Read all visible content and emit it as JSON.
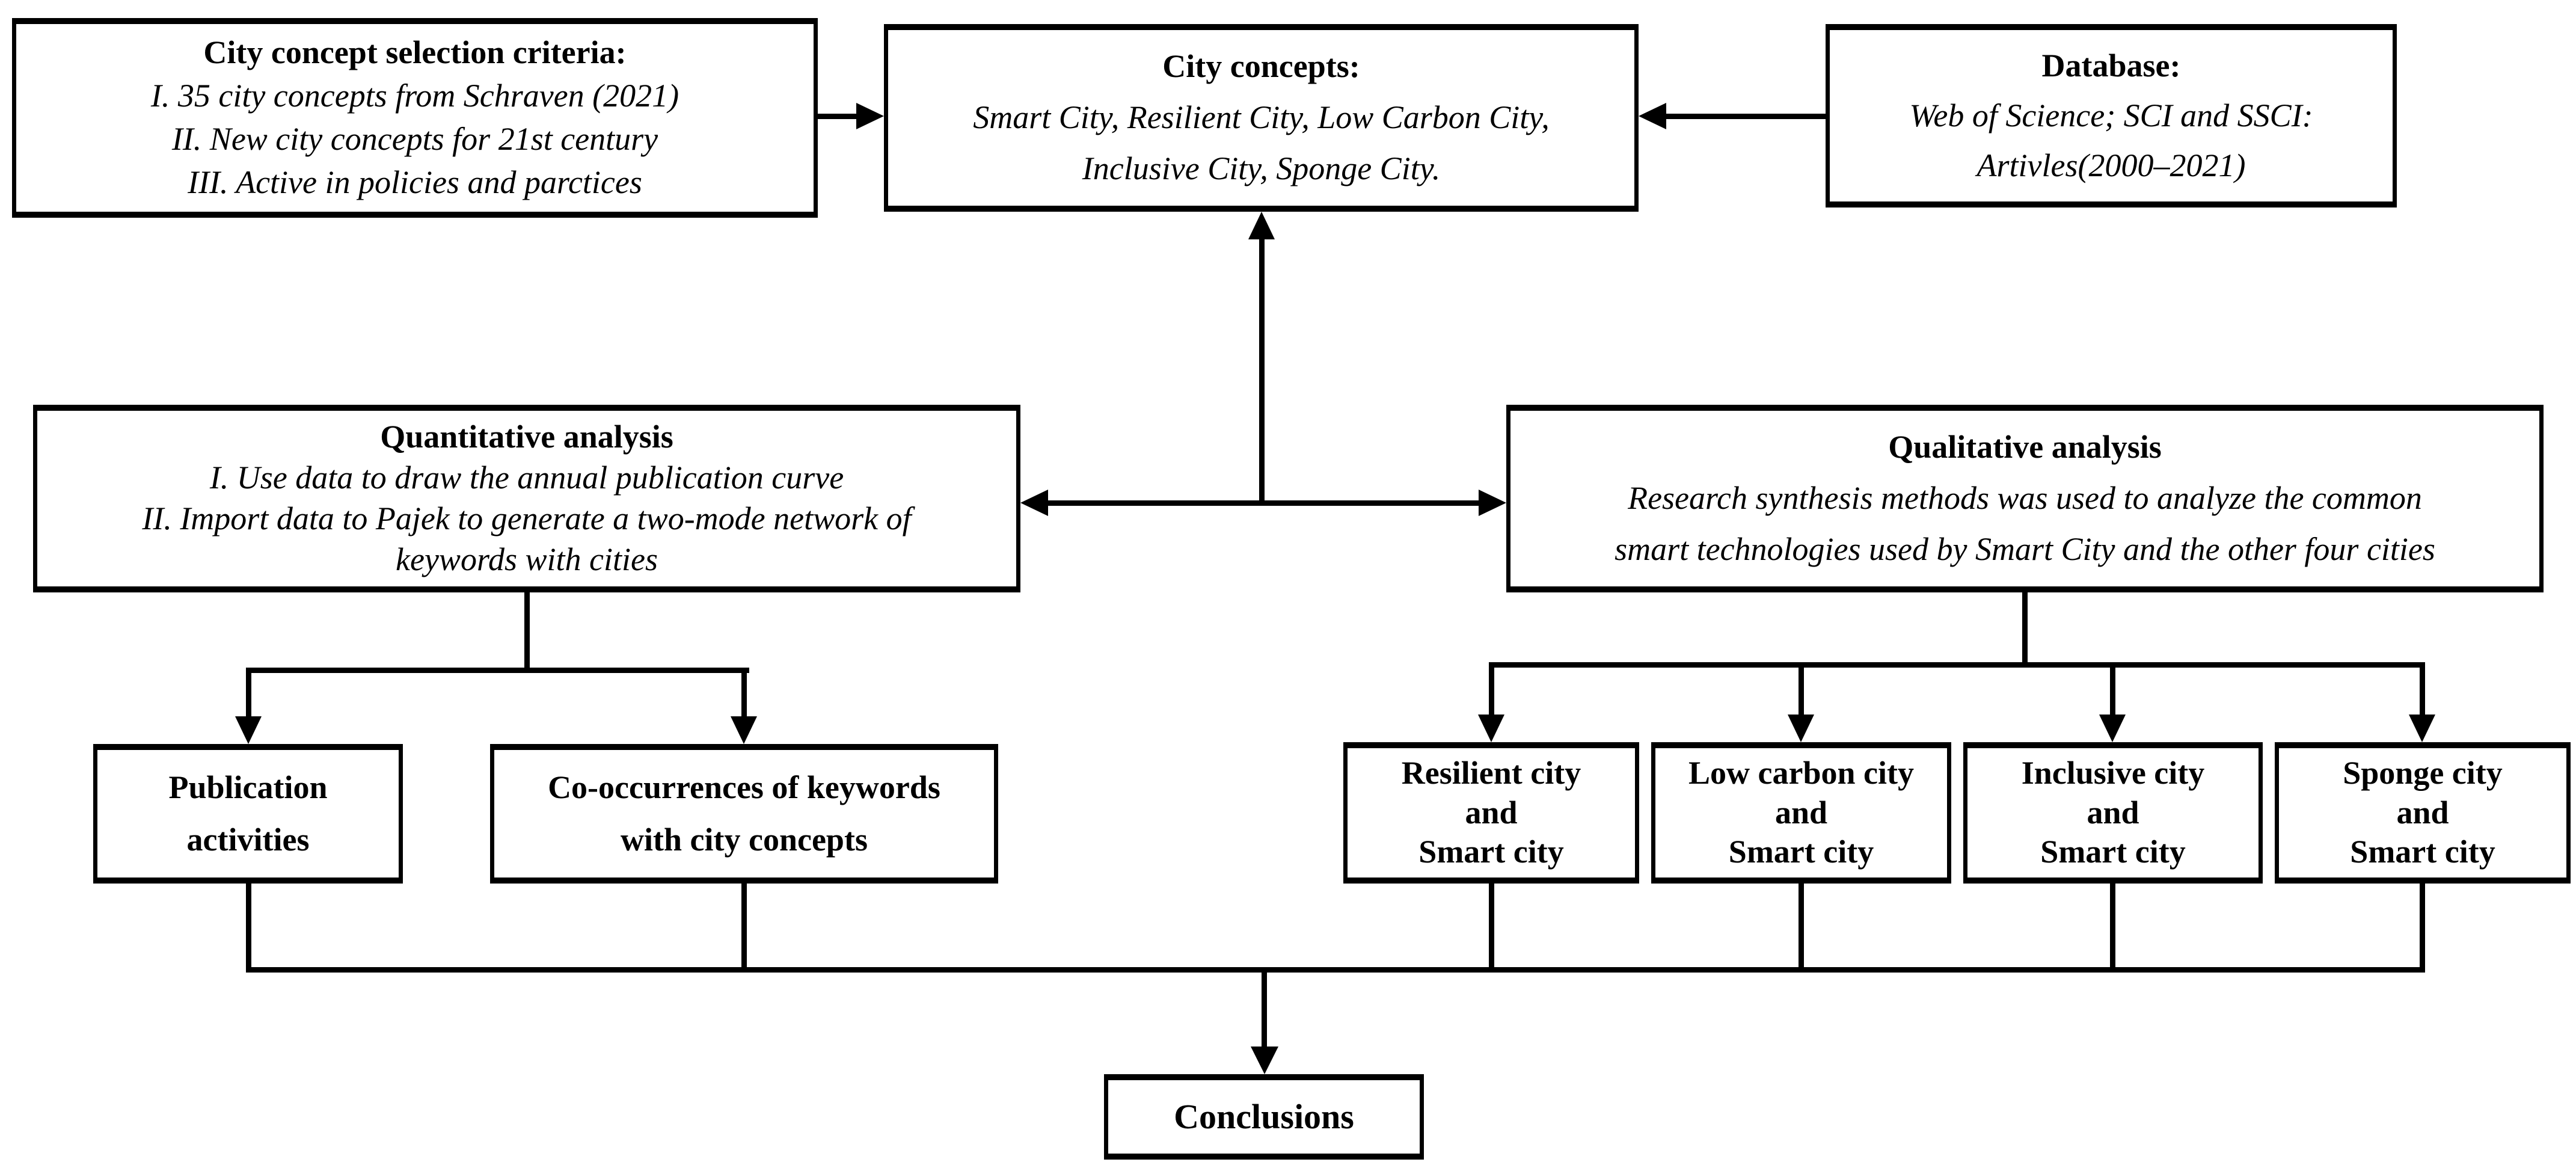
{
  "colors": {
    "background": "#ffffff",
    "line": "#000000",
    "box_border": "#000000",
    "text": "#000000"
  },
  "diagram": {
    "boxes": {
      "criteria": {
        "title": "City concept selection criteria:",
        "lines": [
          "I. 35 city concepts from Schraven (2021)",
          "II. New city concepts for 21st century",
          "III. Active in policies and parctices"
        ]
      },
      "concepts": {
        "title": "City concepts:",
        "lines": [
          "Smart City, Resilient City, Low Carbon City,",
          "Inclusive City, Sponge City."
        ]
      },
      "database": {
        "title": "Database:",
        "lines": [
          "Web of Science; SCI and SSCI:",
          "Artivles(2000–2021)"
        ]
      },
      "quantitative": {
        "title": "Quantitative analysis",
        "lines": [
          "I. Use data to draw the annual publication curve",
          "II. Import data to Pajek to generate a two-mode network of",
          "keywords with cities"
        ]
      },
      "qualitative": {
        "title": "Qualitative analysis",
        "lines": [
          "Research synthesis methods was used to analyze the common",
          "smart technologies used by Smart City and the other four cities"
        ]
      },
      "publication": {
        "lines": [
          "Publication",
          "activities"
        ]
      },
      "cooccurrence": {
        "lines": [
          "Co-occurrences of keywords",
          "with city concepts"
        ]
      },
      "resilient": {
        "lines": [
          "Resilient city",
          "and",
          "Smart city"
        ]
      },
      "lowcarbon": {
        "lines": [
          "Low carbon city",
          "and",
          "Smart city"
        ]
      },
      "inclusive": {
        "lines": [
          "Inclusive city",
          "and",
          "Smart city"
        ]
      },
      "sponge": {
        "lines": [
          "Sponge city",
          "and",
          "Smart city"
        ]
      },
      "conclusions": {
        "title": "Conclusions"
      }
    }
  }
}
